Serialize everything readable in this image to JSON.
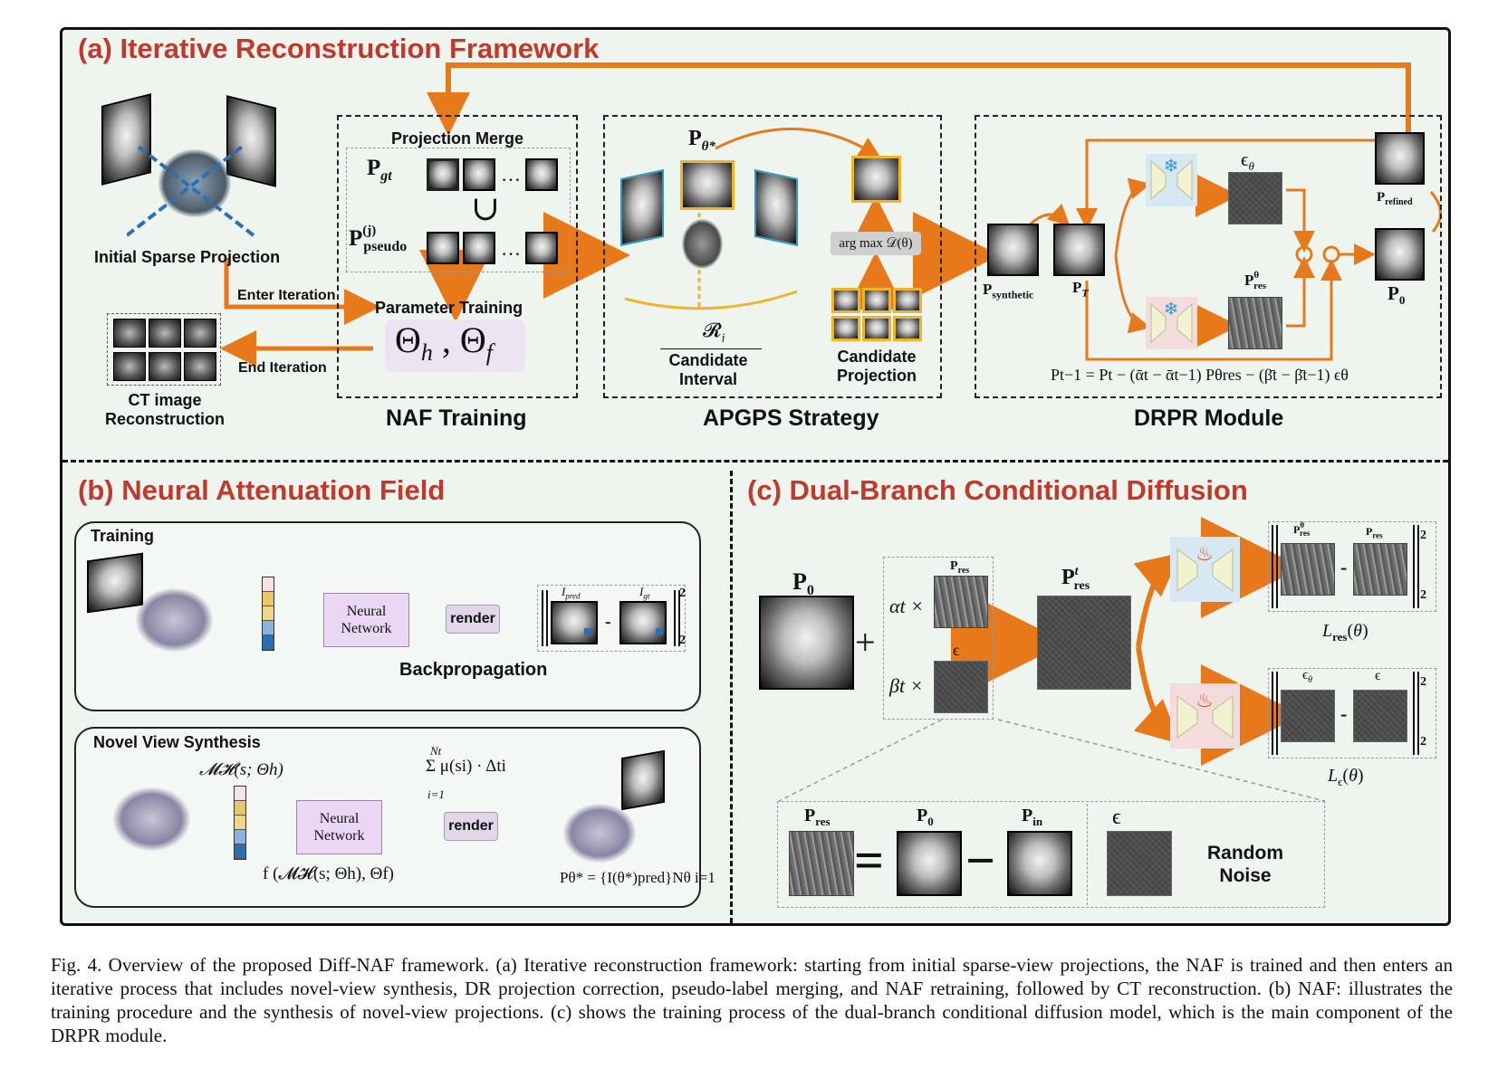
{
  "sections": {
    "a_title": "(a)  Iterative Reconstruction Framework",
    "b_title": "(b)  Neural Attenuation Field",
    "c_title": "(c)  Dual-Branch Conditional Diffusion"
  },
  "panel_a": {
    "initial_sparse": "Initial Sparse Projection",
    "enter_iteration": "Enter Iteration",
    "end_iteration": "End Iteration",
    "ct_recon": "CT image\nReconstruction",
    "projection_merge": "Projection Merge",
    "p_gt": "Pgt",
    "p_pseudo": "P(j)pseudo",
    "union": "∪",
    "ellipsis": "…",
    "parameter_training": "Parameter Training",
    "theta": "Θh , Θf",
    "naf_training": "NAF Training",
    "p_theta_star": "Pθ*",
    "r_i": "𝓡i",
    "candidate_interval": "Candidate\nInterval",
    "argmax": "arg max 𝒟(θ)",
    "candidate_projection": "Candidate\nProjection",
    "apgps": "APGPS Strategy",
    "p_synthetic": "Psynthetic",
    "p_t": "PT",
    "eps_theta": "ϵθ",
    "p_res_theta": "Pθres",
    "p_refined": "Prefined",
    "p_0": "P0",
    "drpr_eq": "Pt−1 = Pt − (ᾱt − ᾱt−1) Pθres − (β̄t − β̄t−1) ϵθ",
    "drpr": "DRPR Module"
  },
  "panel_b": {
    "training": "Training",
    "neural_network": "Neural\nNetwork",
    "render": "render",
    "i_pred": "Ipred",
    "i_gt": "Igt",
    "minus": "-",
    "norm_sub": "2",
    "backprop": "Backpropagation",
    "novel_view": "Novel View Synthesis",
    "m_h": "𝓜𝓗(s; Θh)",
    "sum_eq": "Σ μ(si) · Δti",
    "sum_top": "Nt",
    "sum_bot": "i=1",
    "f_eq": "f (𝓜𝓗(s; Θh), Θf)",
    "p_theta_eq": "Pθ* = {I(θ*)pred}Nθ i=1"
  },
  "panel_c": {
    "p_0": "P0",
    "plus": "+",
    "alpha": "αt ×",
    "beta": "βt ×",
    "p_res": "Pres",
    "eps": "ϵ",
    "p_t_res": "Ptres",
    "p_res_theta": "Pθres",
    "l_res": "Lres(θ)",
    "eps_theta": "ϵθ",
    "l_eps": "Lϵ(θ)",
    "p_in": "Pin",
    "equals": "=",
    "minus": "−",
    "random_noise": "Random\nNoise"
  },
  "colors": {
    "section_title": "#c0392b",
    "arrow": "#e8791a",
    "highlight": "#f0b429",
    "background": "#eef5ef"
  },
  "caption": "Fig. 4.  Overview of the proposed Diff-NAF framework. (a) Iterative reconstruction framework: starting from initial sparse-view projections, the NAF is trained and then enters an iterative process that includes novel-view synthesis, DR projection correction, pseudo-label merging, and NAF retraining, followed by CT reconstruction. (b) NAF: illustrates the training procedure and the synthesis of novel-view projections. (c) shows the training process of the dual-branch conditional diffusion model, which is the main component of the DRPR module."
}
